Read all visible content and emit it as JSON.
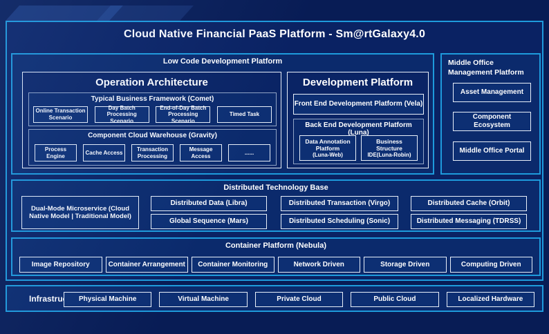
{
  "title": "Cloud Native Financial PaaS Platform - Sm@rtGalaxy4.0",
  "low_code": {
    "label": "Low Code Development Platform",
    "operation_architecture": {
      "title": "Operation Architecture",
      "typical_business_framework": {
        "label": "Typical Business Framework (Comet)",
        "items": [
          "Online Transaction Scenario",
          "Day Batch Processing Scenario",
          "End-of-Day Batch Processing Scenario",
          "Timed Task"
        ]
      },
      "component_cloud_warehouse": {
        "label": "Component Cloud Warehouse (Gravity)",
        "items": [
          "Process Engine",
          "Cache Access",
          "Transaction Processing",
          "Message Access",
          "......"
        ]
      }
    },
    "development_platform": {
      "title": "Development Platform",
      "front_end": "Front End Development Platform (Vela)",
      "back_end": {
        "label": "Back End Development Platform (Luna)",
        "items": [
          {
            "name": "Data Annotation Platform",
            "sub": "(Luna-Web)"
          },
          {
            "name": "Business Structure",
            "sub": "IDE(Luna-Robin)"
          }
        ]
      }
    }
  },
  "middle_office": {
    "label": "Middle Office Management Platform",
    "items": [
      "Asset Management",
      "Component Ecosystem",
      "Middle Office Portal"
    ]
  },
  "distributed": {
    "label": "Distributed Technology Base",
    "dual_mode": "Dual-Mode Microservice (Cloud Native Model | Traditional Model)",
    "grid": [
      [
        "Distributed Data (Libra)",
        "Global Sequence (Mars)"
      ],
      [
        "Distributed Transaction (Virgo)",
        "Distributed Scheduling (Sonic)"
      ],
      [
        "Distributed Cache (Orbit)",
        "Distributed Messaging (TDRSS)"
      ]
    ]
  },
  "container_platform": {
    "label": "Container Platform (Nebula)",
    "items": [
      "Image Repository",
      "Container Arrangement",
      "Container Monitoring",
      "Network Driven",
      "Storage Driven",
      "Computing Driven"
    ]
  },
  "infrastructure": {
    "label": "Infrastructure",
    "items": [
      "Physical Machine",
      "Virtual Machine",
      "Private Cloud",
      "Public Cloud",
      "Localized Hardware"
    ]
  },
  "colors": {
    "background": "#081C55",
    "panel_fill": "#0A2263",
    "section_fill": "#0B2A6C",
    "accent_border": "#1E9BDC",
    "box_border_white": "#E9F0F9",
    "box_border_gray": "#91A4C5",
    "text": "#FFFFFF"
  }
}
